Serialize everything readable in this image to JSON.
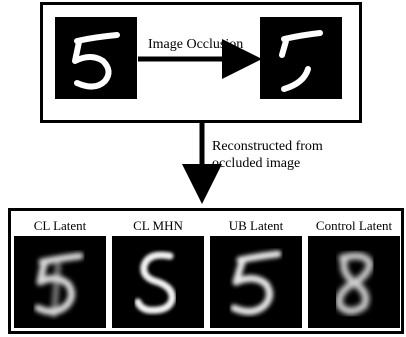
{
  "top": {
    "arrow_label": "Image Occlusion",
    "original_digit": "5",
    "occluded_digit": "5"
  },
  "middle": {
    "caption_line1": "Reconstructed from",
    "caption_line2": "occluded image"
  },
  "bottom": {
    "columns": [
      {
        "label": "CL Latent",
        "digit": "5"
      },
      {
        "label": "CL MHN",
        "digit": "5"
      },
      {
        "label": "UB Latent",
        "digit": "5"
      },
      {
        "label": "Control Latent",
        "digit": "8"
      }
    ]
  },
  "colors": {
    "background": "#ffffff",
    "frame": "#000000",
    "image_bg": "#000000",
    "stroke": "#ffffff"
  }
}
